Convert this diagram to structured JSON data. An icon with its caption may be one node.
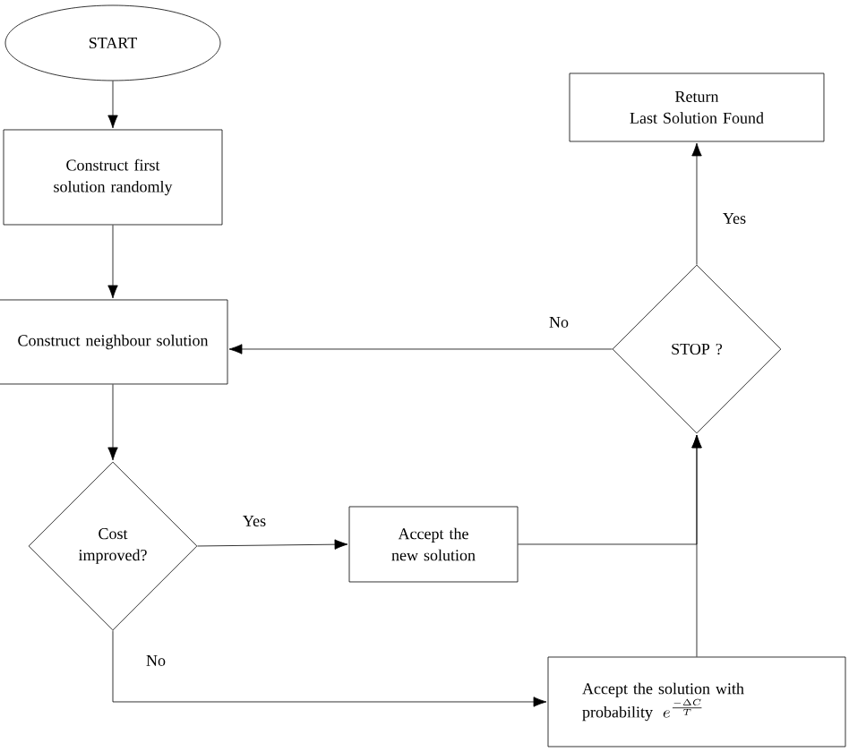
{
  "diagram": {
    "nodes": [
      {
        "text": [
          "START"
        ]
      },
      {
        "text": [
          "Construct first solution randomly"
        ]
      },
      {
        "text": [
          "Construct neighbour solution"
        ]
      },
      {
        "text": [
          "Cost improved?"
        ]
      },
      {
        "text": [
          "Accept the new solution"
        ]
      },
      {
        "text": [
          "Accept the solution with probability",
          "e^{\\frac{-\\Delta C}{T}}"
        ]
      },
      {
        "text": [
          "STOP ?"
        ]
      },
      {
        "text": [
          "Return",
          "Last Solution Found"
        ]
      }
    ],
    "edges": [
      {
        "from": 0,
        "to": 1,
        "arrow": "to"
      },
      {
        "from": 1,
        "to": 2,
        "arrow": "to"
      },
      {
        "from": 2,
        "to": 3,
        "arrow": "to"
      },
      {
        "from": 3,
        "to": 4,
        "arrow": "to",
        "label": "Yes"
      },
      {
        "from": 3,
        "to": 5,
        "arrow": "to",
        "label": "No"
      },
      {
        "from": 4,
        "to": 6,
        "arrow": "to"
      },
      {
        "from": 5,
        "to": 6,
        "arrow": "to"
      },
      {
        "from": 6,
        "to": 2,
        "arrow": "to",
        "label": "No"
      },
      {
        "from": 6,
        "to": 7,
        "arrow": "to",
        "label": "Yes"
      }
    ]
  }
}
